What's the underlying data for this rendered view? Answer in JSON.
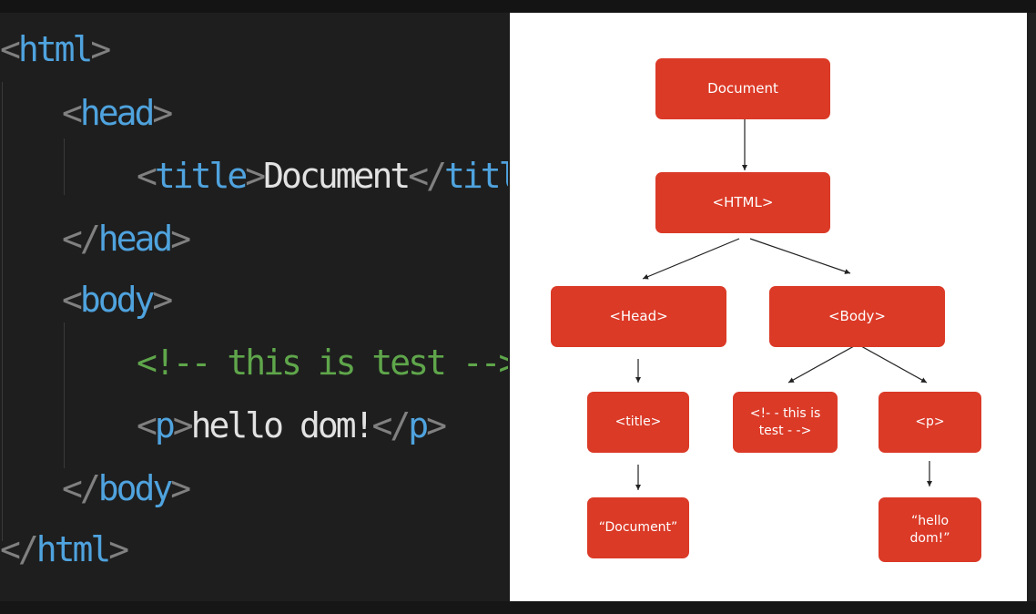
{
  "code": {
    "lines": [
      {
        "parts": [
          "<",
          "html",
          ">"
        ]
      },
      {
        "parts": [
          "<",
          "head",
          ">"
        ]
      },
      {
        "parts": [
          "<",
          "title",
          ">",
          "Document",
          "</",
          "title",
          ">"
        ]
      },
      {
        "parts": [
          "</",
          "head",
          ">"
        ]
      },
      {
        "parts": [
          "<",
          "body",
          ">"
        ]
      },
      {
        "comment": "<!-- this is test -->"
      },
      {
        "parts": [
          "<",
          "p",
          ">",
          "hello dom!",
          "</",
          "p",
          ">"
        ]
      },
      {
        "parts": [
          "</",
          "body",
          ">"
        ]
      },
      {
        "parts": [
          "</",
          "html",
          ">"
        ]
      }
    ]
  },
  "diagram": {
    "nodes": {
      "document": "Document",
      "html": "<HTML>",
      "head": "<Head>",
      "body": "<Body>",
      "title": "<title>",
      "comment": "<!- - this is\ntest - ->",
      "p": "<p>",
      "text_document": "“Document”",
      "text_hello": "“hello\ndom!”"
    }
  },
  "colors": {
    "node_fill": "#db3a27",
    "tag_blue": "#4fa3de",
    "comment_green": "#5fa64b"
  }
}
